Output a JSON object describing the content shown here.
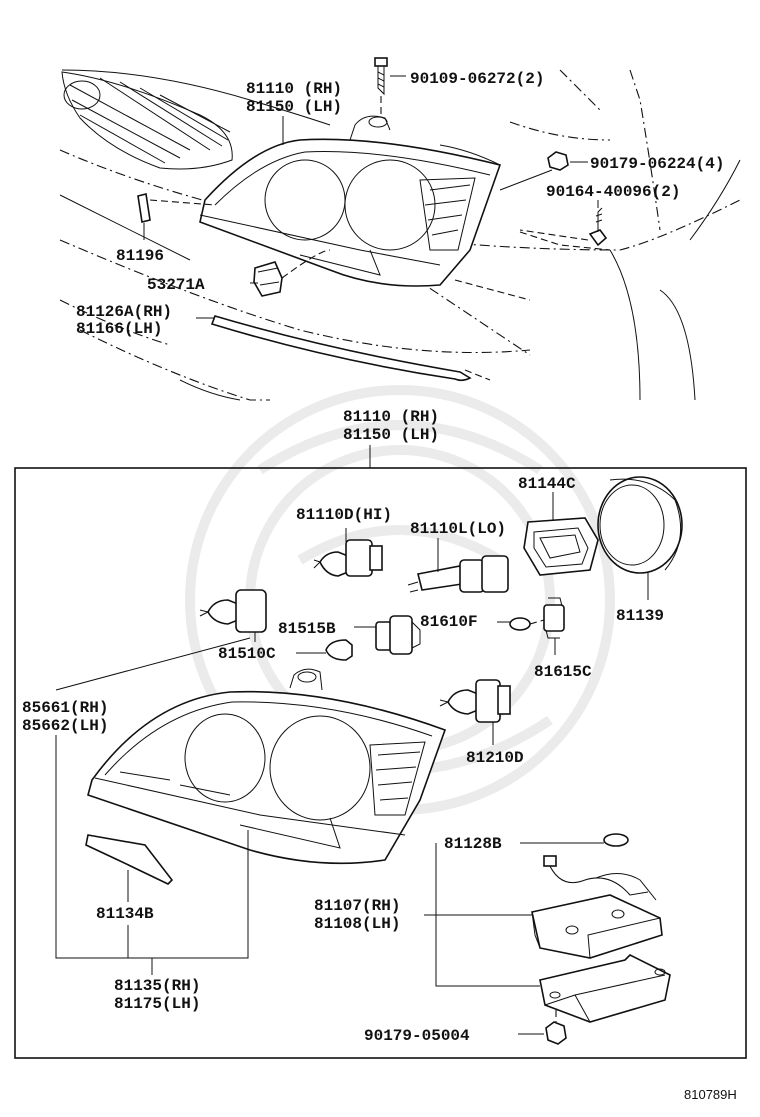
{
  "diagram_ref": "810789H",
  "top_labels": {
    "headlamp_rh": "81110 (RH)",
    "headlamp_lh": "81150 (LH)",
    "screw": "90109-06272(2)",
    "nut": "90179-06224(4)",
    "bolt": "90164-40096(2)",
    "part_81196": "81196",
    "part_53271a": "53271A",
    "molding_rh": "81126A(RH)",
    "molding_lh": "81166(LH)"
  },
  "box_header": {
    "rh": "81110 (RH)",
    "lh": "81150 (LH)"
  },
  "box_labels": {
    "bulb_hi": "81110D(HI)",
    "bulb_lo": "81110L(LO)",
    "cap_81144c": "81144C",
    "cover_81139": "81139",
    "socket_81515b": "81515B",
    "bulb_81610f": "81610F",
    "bulb_81510c": "81510C",
    "socket_81615c": "81615C",
    "unit_rh": "85661(RH)",
    "unit_lh": "85662(LH)",
    "bulb_81210d": "81210D",
    "part_81128b": "81128B",
    "computer_rh": "81107(RH)",
    "computer_lh": "81108(LH)",
    "plate_81134b": "81134B",
    "lens_rh": "81135(RH)",
    "lens_lh": "81175(LH)",
    "nut_lower": "90179-05004"
  }
}
